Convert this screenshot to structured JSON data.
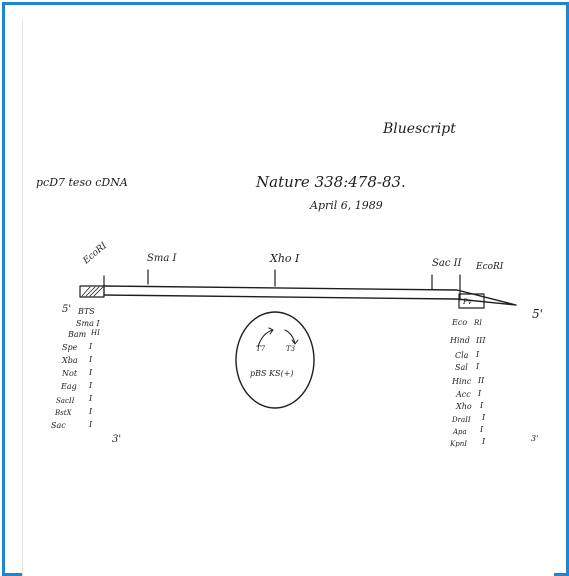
{
  "page": {
    "frame_color": "#1f87cf"
  },
  "header": {
    "signature": "Bluescript",
    "clone_label": "pcD7  teso cDNA",
    "citation": "Nature  338:478-83.",
    "date": "April 6, 1989"
  },
  "map": {
    "left_site": "EcoRI",
    "site_1": "Sma I",
    "site_2": "Xho I",
    "site_3": "Sac II",
    "right_site": "EcoRI",
    "end_5_left": "5'",
    "end_3_left": "3'",
    "end_5_right": "5'",
    "end_3_right": "3'",
    "left_box_label": "",
    "right_box_label": "Pv"
  },
  "left_sites": [
    {
      "enzyme": "BTS",
      "suffix": ""
    },
    {
      "enzyme": "Sma I",
      "suffix": ""
    },
    {
      "enzyme": "Bam",
      "suffix": "HI"
    },
    {
      "enzyme": "Spe",
      "suffix": "I"
    },
    {
      "enzyme": "Xba",
      "suffix": "I"
    },
    {
      "enzyme": "Not",
      "suffix": "I"
    },
    {
      "enzyme": "Eag",
      "suffix": "I"
    },
    {
      "enzyme": "SacII",
      "suffix": "I"
    },
    {
      "enzyme": "BstX",
      "suffix": "I"
    },
    {
      "enzyme": "Sac",
      "suffix": "I"
    }
  ],
  "right_sites": [
    {
      "enzyme": "Eco",
      "suffix": "RI"
    },
    {
      "enzyme": "Hind",
      "suffix": "III"
    },
    {
      "enzyme": "Cla",
      "suffix": "I"
    },
    {
      "enzyme": "Sal",
      "suffix": "I"
    },
    {
      "enzyme": "Hinc",
      "suffix": "II"
    },
    {
      "enzyme": "Acc",
      "suffix": "I"
    },
    {
      "enzyme": "Xho",
      "suffix": "I"
    },
    {
      "enzyme": "DraII",
      "suffix": "I"
    },
    {
      "enzyme": "Apa",
      "suffix": "I"
    },
    {
      "enzyme": "KpnI",
      "suffix": "I"
    }
  ],
  "plasmid": {
    "t7": "T7",
    "t3": "T3",
    "name": "pBS KS(+)"
  }
}
